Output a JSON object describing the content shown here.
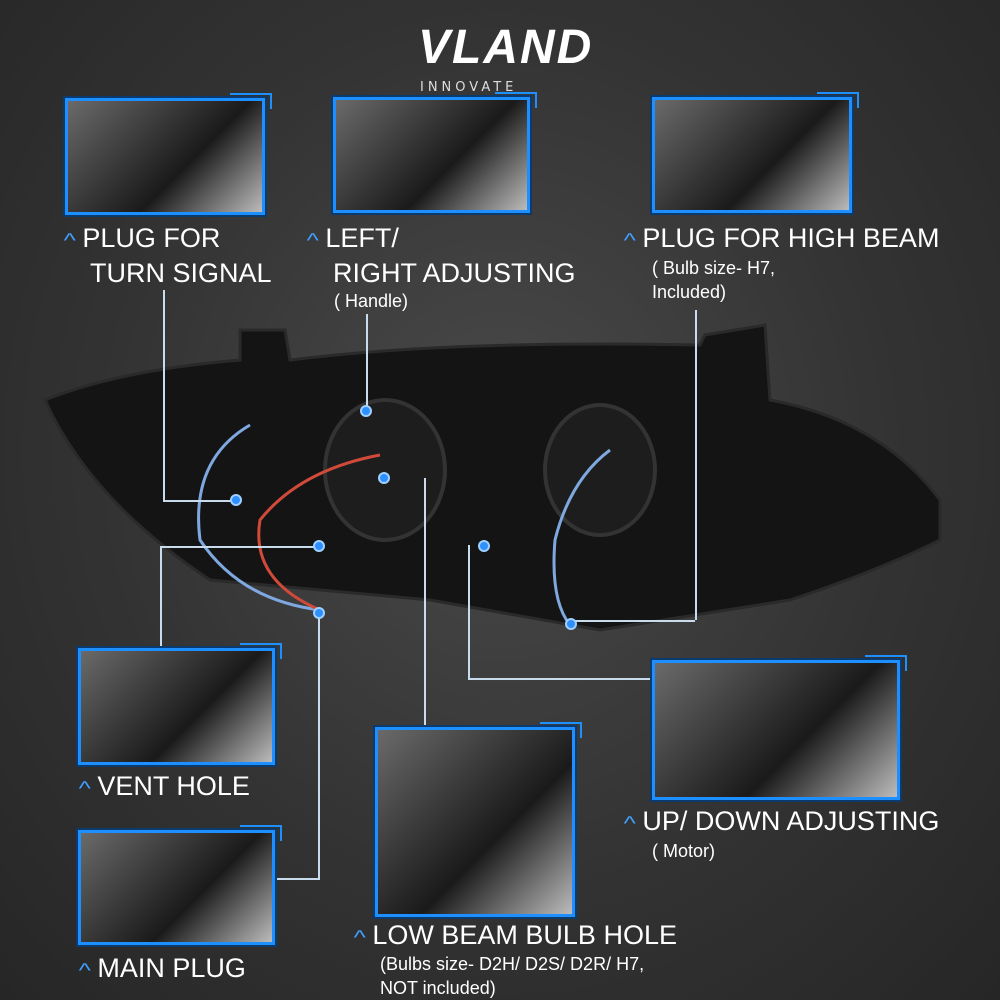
{
  "brand": {
    "name": "VLAND",
    "tagline": "INNOVATE",
    "accent": "#1e8fff"
  },
  "callouts": {
    "turn_signal": {
      "title_1": "PLUG FOR",
      "title_2": "TURN SIGNAL"
    },
    "left_right": {
      "title_1": "LEFT/",
      "title_2": "RIGHT ADJUSTING",
      "sub": "( Handle)"
    },
    "high_beam": {
      "title": "PLUG FOR HIGH BEAM",
      "sub_1": "( Bulb size- H7,",
      "sub_2": "Included)"
    },
    "vent_hole": {
      "title": "VENT HOLE"
    },
    "main_plug": {
      "title": "MAIN PLUG"
    },
    "low_beam": {
      "title": "LOW BEAM BULB HOLE",
      "sub_1": "(Bulbs size- D2H/ D2S/ D2R/ H7,",
      "sub_2": " NOT included)"
    },
    "up_down": {
      "title": "UP/ DOWN ADJUSTING",
      "sub": "( Motor)"
    }
  },
  "icons": {
    "bullet": "chevron-up-icon"
  }
}
